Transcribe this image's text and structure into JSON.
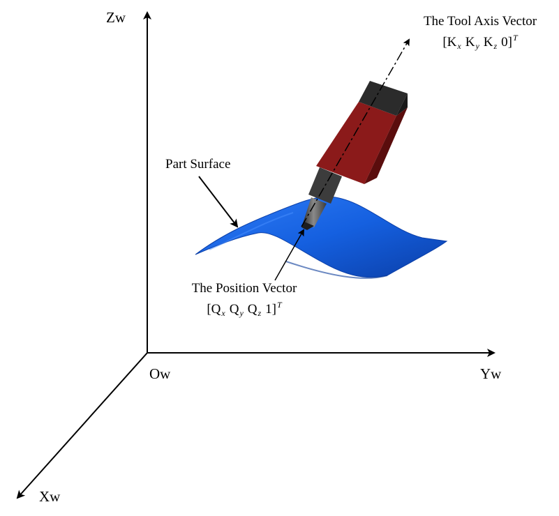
{
  "axes": {
    "z_label": "Zw",
    "y_label": "Yw",
    "x_label": "Xw",
    "origin_label": "Ow"
  },
  "labels": {
    "part_surface": "Part Surface",
    "tool_axis_title": "The Tool Axis Vector",
    "position_title": "The Position Vector"
  },
  "tool_axis_vector": {
    "open": "[",
    "c1": "K",
    "s1": "x",
    "c2": "K",
    "s2": "y",
    "c3": "K",
    "s3": "z",
    "last": "0",
    "close": "]",
    "sup": "T"
  },
  "position_vector": {
    "open": "[",
    "c1": "Q",
    "s1": "x",
    "c2": "Q",
    "s2": "y",
    "c3": "Q",
    "s3": "z",
    "last": "1",
    "close": "]",
    "sup": "T"
  },
  "colors": {
    "surface": "#1560e0",
    "surface_dark": "#0b3fa8",
    "tool_body": "#8b1a1a",
    "tool_body_dark": "#5a0d0d",
    "tool_cap": "#2b2b2b",
    "shank": "#5a5a5a",
    "ink": "#000000"
  }
}
